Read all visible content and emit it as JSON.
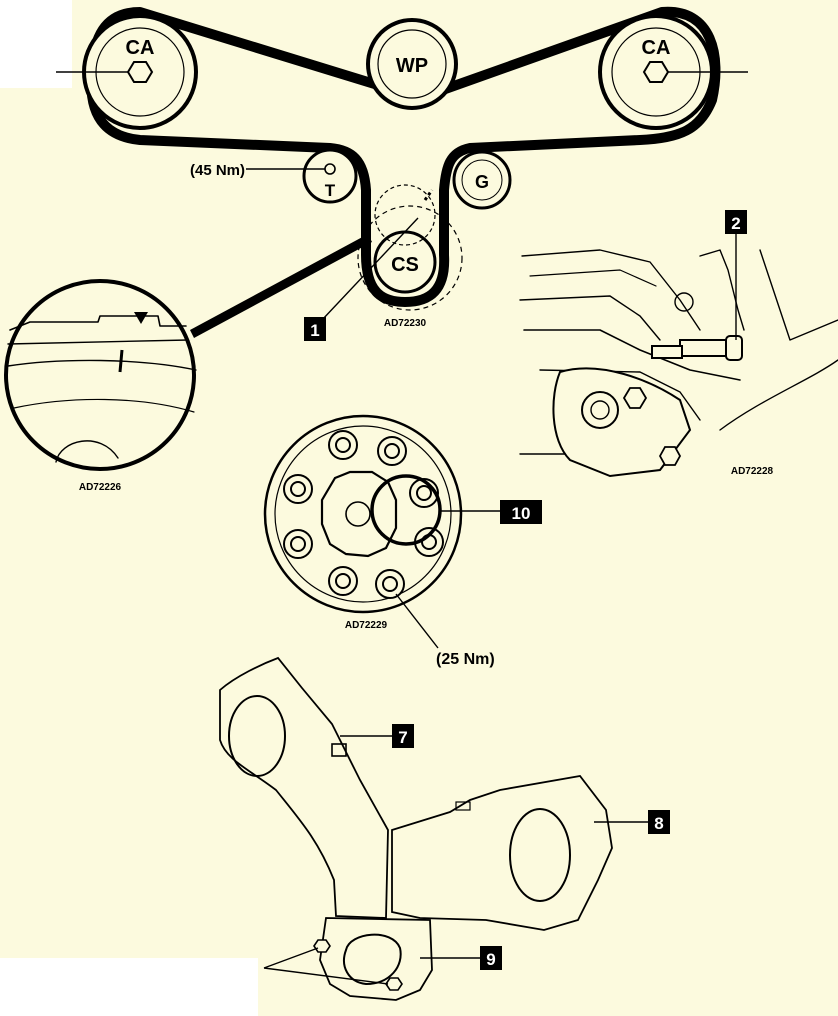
{
  "pulleys": {
    "cam_left": "CA",
    "water_pump": "WP",
    "cam_right": "CA",
    "tensioner": "T",
    "idler": "G",
    "crankshaft": "CS"
  },
  "torques": {
    "tensioner": "(45 Nm)",
    "crank_bolts": "(25 Nm)"
  },
  "callouts": [
    "1",
    "2",
    "7",
    "8",
    "9",
    "10"
  ],
  "figure_codes": {
    "belt_layout": "AD72230",
    "mark_detail": "AD72226",
    "pin_detail": "AD72228",
    "crank_detail": "AD72229"
  },
  "colors": {
    "page": "#ffffff",
    "panel": "#fcfade",
    "ink": "#000000",
    "callout_fill": "#000000"
  },
  "icons": [
    "hex-bolt-icon",
    "timing-mark-triangle-icon"
  ]
}
